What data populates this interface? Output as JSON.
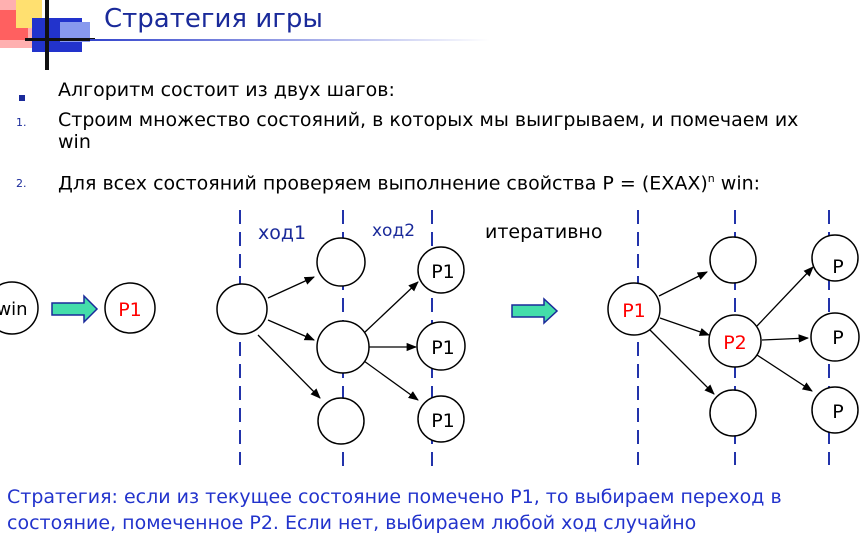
{
  "slide": {
    "title": "Стратегия игры",
    "intro": "Алгоритм состоит из двух шагов:",
    "steps": [
      {
        "marker": "1.",
        "text_line1": "Строим множество состояний, в которых мы выигрываем, и помечаем их",
        "text_line2": "win"
      },
      {
        "marker": "2.",
        "text_before": "Для всех состояний проверяем выполнение свойства P = (EXAX)",
        "sup": "n",
        "text_after": " win:"
      }
    ],
    "footer_line1": "Стратегия: если из текущее состояние помечено P1, то выбираем переход в",
    "footer_line2": "состояние, помеченное P2. Если нет, выбираем любой ход случайно"
  },
  "diagram": {
    "colors": {
      "dash": "#2233aa",
      "arrow_fill": "#44ddaa",
      "arrow_stroke": "#1a2a9a",
      "red_label": "#ff0000",
      "text_blue": "#1a2a9a"
    },
    "left": {
      "win_label": "win",
      "p1_label": "P1"
    },
    "middle": {
      "step1_label": "ход1",
      "step2_label": "ход2",
      "right_labels": [
        "P1",
        "P1",
        "P1"
      ]
    },
    "iterative_label": "итеративно",
    "right": {
      "root_label": "P1",
      "mid_label": "P2",
      "leaf_labels": [
        "P",
        "P",
        "P"
      ]
    }
  }
}
